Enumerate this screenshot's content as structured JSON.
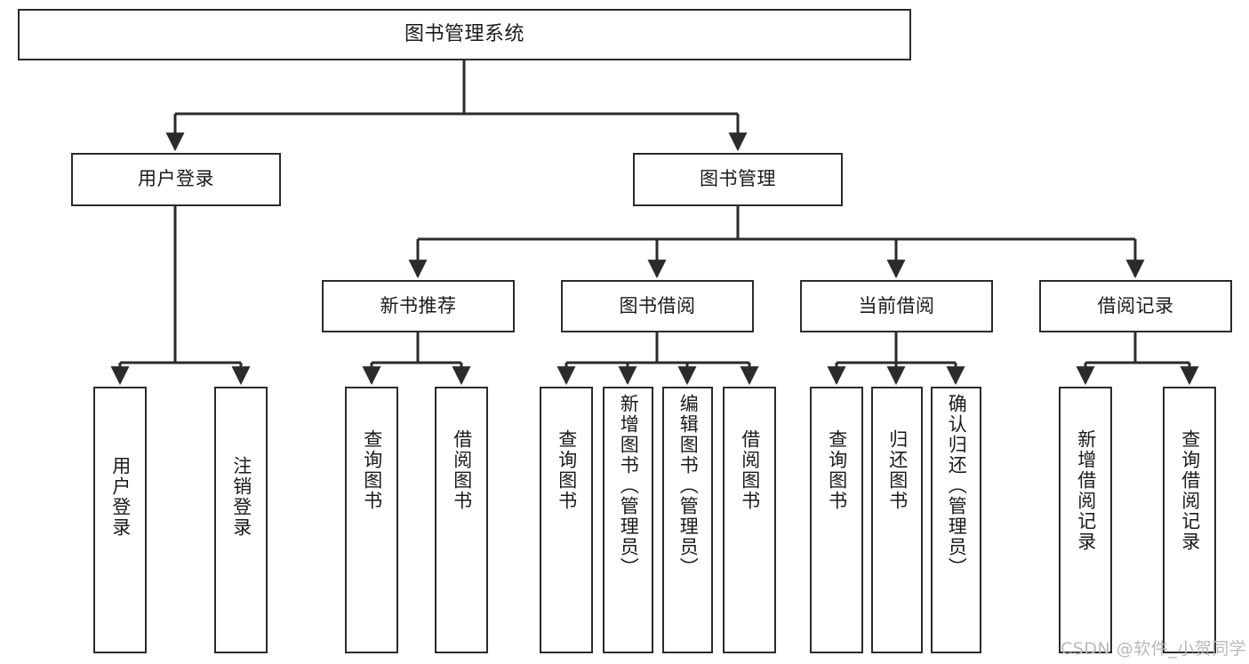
{
  "diagram": {
    "title": "图书管理系统",
    "type": "tree-hierarchy",
    "orientation": "top-down",
    "stroke_color": "#2b2b2b",
    "fill_color": "#ffffff",
    "text_color": "#1a1a1a",
    "watermark": "CSDN @软件_小贺同学"
  },
  "nodes": {
    "root": {
      "label": "图书管理系统"
    },
    "level1": [
      {
        "id": "user-login",
        "label": "用户登录"
      },
      {
        "id": "book-manage",
        "label": "图书管理"
      }
    ],
    "level2": [
      {
        "id": "new-book-recommend",
        "label": "新书推荐"
      },
      {
        "id": "book-borrow",
        "label": "图书借阅"
      },
      {
        "id": "current-borrow",
        "label": "当前借阅"
      },
      {
        "id": "borrow-record",
        "label": "借阅记录"
      }
    ],
    "leaves": {
      "user-login": [
        {
          "id": "leaf-user-login",
          "label": "用户登录"
        },
        {
          "id": "leaf-logout",
          "label": "注销登录"
        }
      ],
      "new-book-recommend": [
        {
          "id": "leaf-query-book-1",
          "label": "查询图书"
        },
        {
          "id": "leaf-borrow-book-1",
          "label": "借阅图书"
        }
      ],
      "book-borrow": [
        {
          "id": "leaf-query-book-2",
          "label": "查询图书"
        },
        {
          "id": "leaf-add-book",
          "label": "新增图书（管理员）"
        },
        {
          "id": "leaf-edit-book",
          "label": "编辑图书（管理员）"
        },
        {
          "id": "leaf-borrow-book-2",
          "label": "借阅图书"
        }
      ],
      "current-borrow": [
        {
          "id": "leaf-query-book-3",
          "label": "查询图书"
        },
        {
          "id": "leaf-return-book",
          "label": "归还图书"
        },
        {
          "id": "leaf-confirm-return",
          "label": "确认归还（管理员）"
        }
      ],
      "borrow-record": [
        {
          "id": "leaf-add-record",
          "label": "新增借阅记录"
        },
        {
          "id": "leaf-query-record",
          "label": "查询借阅记录"
        }
      ]
    }
  }
}
